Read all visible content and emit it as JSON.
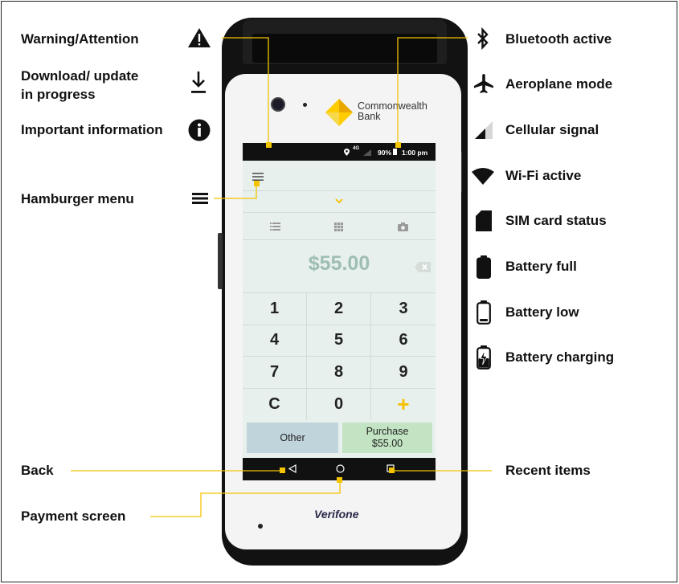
{
  "left_labels": [
    {
      "key": "warning",
      "text": "Warning/Attention"
    },
    {
      "key": "download",
      "lines": [
        "Download/ update",
        "in progress"
      ]
    },
    {
      "key": "info",
      "text": "Important information"
    },
    {
      "key": "hamburger",
      "text": "Hamburger menu"
    },
    {
      "key": "back",
      "text": "Back"
    },
    {
      "key": "payment",
      "text": "Payment screen"
    }
  ],
  "right_labels": [
    {
      "key": "bluetooth",
      "text": "Bluetooth active"
    },
    {
      "key": "aeroplane",
      "text": "Aeroplane mode"
    },
    {
      "key": "cellular",
      "text": "Cellular signal"
    },
    {
      "key": "wifi",
      "text": "Wi-Fi active"
    },
    {
      "key": "sim",
      "text": "SIM card status"
    },
    {
      "key": "battery_full",
      "text": "Battery full"
    },
    {
      "key": "battery_low",
      "text": "Battery low"
    },
    {
      "key": "battery_charging",
      "text": "Battery charging"
    },
    {
      "key": "recent",
      "text": "Recent items"
    }
  ],
  "icons": [
    "warning-icon",
    "download-icon",
    "info-icon",
    "hamburger-icon",
    "bluetooth-icon",
    "aeroplane-icon",
    "cellular-signal-icon",
    "wifi-icon",
    "sim-card-icon",
    "battery-full-icon",
    "battery-low-icon",
    "battery-charging-icon"
  ],
  "device": {
    "brand_line1": "Commonwealth",
    "brand_line2": "Bank",
    "maker": "Verifone",
    "screen": {
      "status": {
        "network": "4G",
        "battery": "90%",
        "time": "1:00 pm"
      },
      "amount": "$55.00",
      "keypad": [
        "1",
        "2",
        "3",
        "4",
        "5",
        "6",
        "7",
        "8",
        "9",
        "C",
        "0",
        "+"
      ],
      "other_label": "Other",
      "purchase_label": "Purchase",
      "purchase_amount": "$55.00"
    }
  },
  "colors": {
    "leader_line": "#f5c400",
    "brand_yellow": "#f5c000",
    "other_button": "#bfd4db",
    "purchase_button": "#c2e4c2",
    "amount_text": "#9fbeb3"
  }
}
